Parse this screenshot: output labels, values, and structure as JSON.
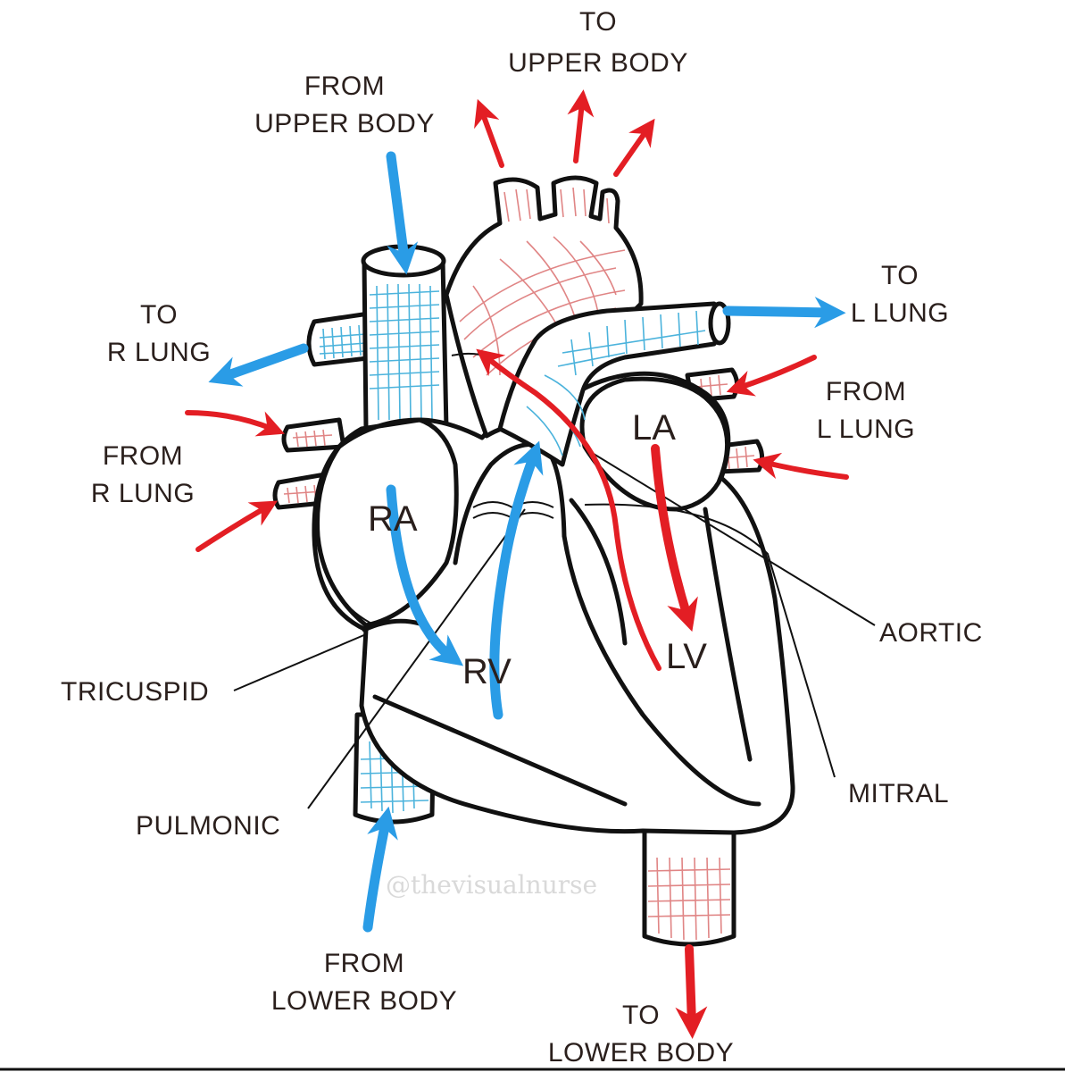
{
  "labels": {
    "to_upper_body": [
      "TO",
      "UPPER BODY"
    ],
    "from_upper_body": [
      "FROM",
      "UPPER BODY"
    ],
    "to_r_lung": [
      "TO",
      "R LUNG"
    ],
    "from_r_lung": [
      "FROM",
      "R LUNG"
    ],
    "to_l_lung": [
      "TO",
      "L LUNG"
    ],
    "from_l_lung": [
      "FROM",
      "L LUNG"
    ],
    "from_lower_body": [
      "FROM",
      "LOWER BODY"
    ],
    "to_lower_body": [
      "TO",
      "LOWER BODY"
    ],
    "aortic": "AORTIC",
    "mitral": "MITRAL",
    "tricuspid": "TRICUSPID",
    "pulmonic": "PULMONIC"
  },
  "chambers": {
    "ra": "RA",
    "rv": "RV",
    "la": "LA",
    "lv": "LV"
  },
  "watermark": "@thevisualnurse",
  "colors": {
    "deoxygenated": "#2a9ce6",
    "oxygenated": "#e31e24",
    "outline": "#111111",
    "text": "#2a1f1c"
  }
}
